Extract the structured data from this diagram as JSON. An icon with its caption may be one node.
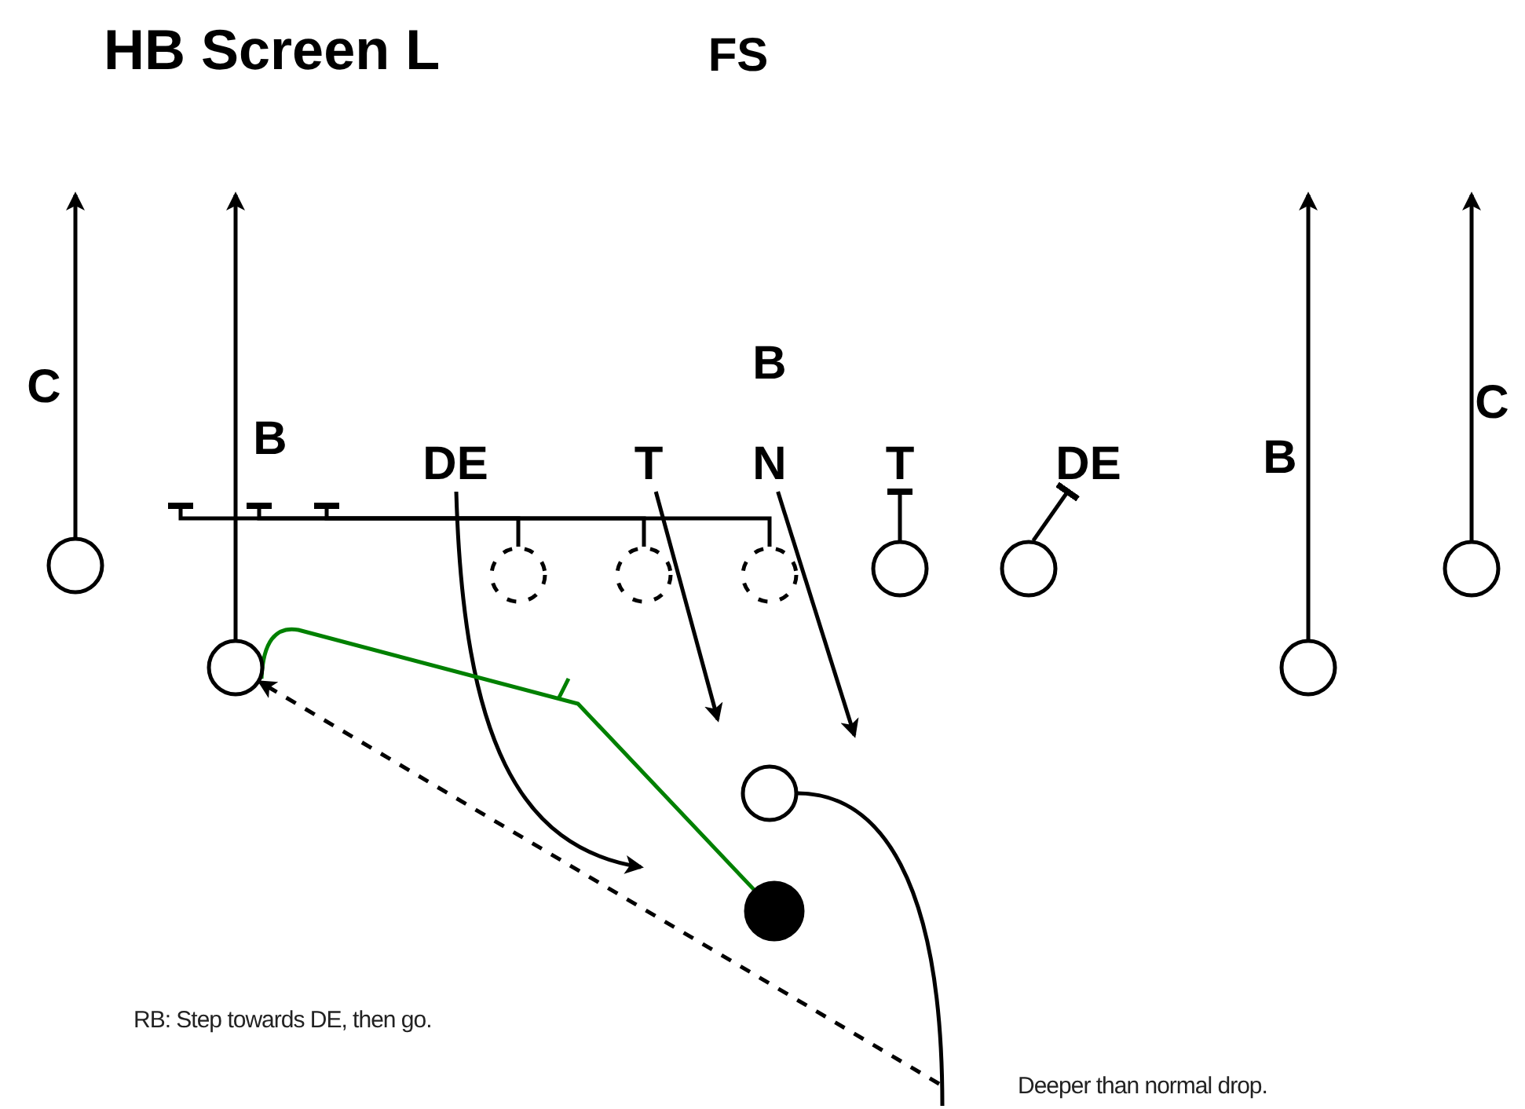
{
  "diagram": {
    "title": "HB Screen L",
    "nodes": [
      {
        "text": [
          "DE"
        ]
      },
      {
        "text": [
          "T"
        ]
      },
      {
        "text": [
          "N"
        ]
      },
      {
        "text": [
          "T"
        ]
      },
      {
        "text": [
          "DE"
        ]
      },
      {
        "text": [],
        "shape": "circle"
      },
      {
        "text": [],
        "shape": "circle"
      },
      {
        "text": [],
        "shape": "circle"
      },
      {
        "text": [],
        "shape": "circle"
      },
      {
        "text": [],
        "shape": "circle"
      },
      {
        "text": [],
        "shape": "circle"
      },
      {
        "text": [],
        "shape": "circle"
      },
      {
        "text": [],
        "shape": "circle"
      },
      {
        "text": [],
        "shape": "circle"
      },
      {
        "text": [],
        "shape": "circle"
      },
      {
        "text": [],
        "shape": "circle"
      }
    ],
    "edges": [
      {
        "from": 0,
        "to": null,
        "arrow": "to"
      },
      {
        "from": 1,
        "to": null,
        "arrow": "to"
      },
      {
        "from": 2,
        "to": null,
        "arrow": "to"
      },
      {
        "from": 5,
        "to": null,
        "arrow": "to"
      },
      {
        "from": 12,
        "to": null,
        "arrow": "to"
      },
      {
        "from": 13,
        "to": null,
        "arrow": "to"
      },
      {
        "from": 11,
        "to": null,
        "arrow": "to"
      },
      {
        "from": 6,
        "to": null,
        "arrow": "other"
      },
      {
        "from": 7,
        "to": null,
        "arrow": "other"
      },
      {
        "from": 8,
        "to": null,
        "arrow": "other"
      },
      {
        "from": 9,
        "to": 3,
        "arrow": "other"
      },
      {
        "from": 10,
        "to": 4,
        "arrow": "other"
      },
      {
        "from": 14,
        "to": null,
        "arrow": "none"
      },
      {
        "from": null,
        "to": 12,
        "arrow": "to",
        "style": "dashed"
      },
      {
        "from": 15,
        "to": 12,
        "arrow": "none",
        "color": "#008000"
      }
    ],
    "labels": [
      "FS",
      "B",
      "C",
      "C",
      "B",
      "B",
      "RB: Step towards DE, then go.",
      "Deeper than normal drop."
    ]
  }
}
